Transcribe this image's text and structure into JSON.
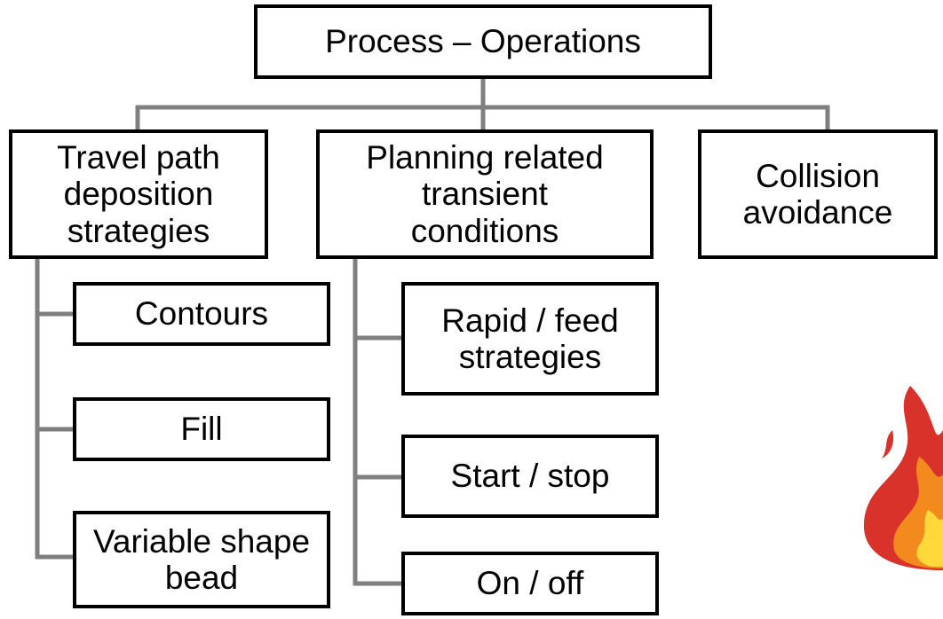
{
  "colors": {
    "connector": "#7f7f7f",
    "box_border": "#000000",
    "text": "#000000",
    "background": "#ffffff"
  },
  "root": {
    "label": "Process – Operations"
  },
  "branches": [
    {
      "label": "Travel path\ndeposition\nstrategies",
      "children": [
        {
          "label": "Contours"
        },
        {
          "label": "Fill"
        },
        {
          "label": "Variable shape\nbead"
        }
      ]
    },
    {
      "label": "Planning related\ntransient\nconditions",
      "children": [
        {
          "label": "Rapid / feed\nstrategies"
        },
        {
          "label": "Start / stop"
        },
        {
          "label": "On / off"
        }
      ]
    },
    {
      "label": "Collision\navoidance",
      "children": []
    }
  ],
  "decorations": {
    "flame_icon": "flame-icon"
  }
}
